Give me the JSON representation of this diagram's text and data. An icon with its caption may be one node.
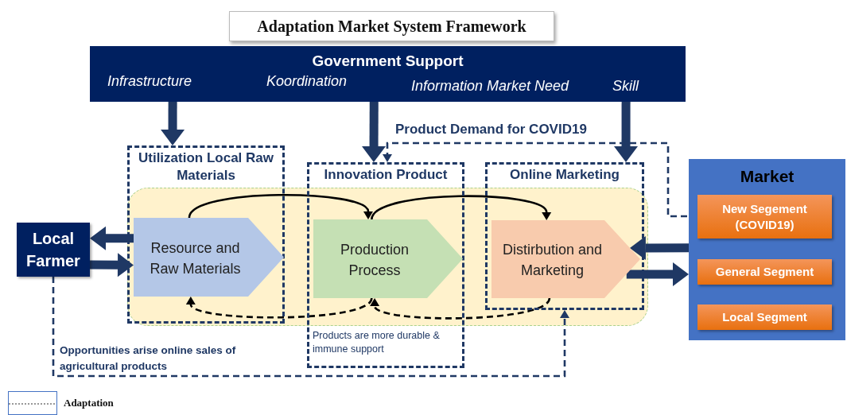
{
  "diagram": {
    "title": "Adaptation Market System Framework",
    "nodes": [
      {
        "text": [
          "Government Support",
          "Infrastructure",
          "Koordination",
          "Information Market Need",
          "Skill"
        ]
      },
      {
        "text": [
          "Utilization Local Raw Materials"
        ]
      },
      {
        "text": [
          "Innovation Product",
          "Products are more durable & immune support"
        ]
      },
      {
        "text": [
          "Online Marketing"
        ]
      },
      {
        "text": [
          "Market"
        ]
      },
      {
        "text": [
          "New Segement (COVID19)"
        ],
        "in": 4
      },
      {
        "text": [
          "General Segment"
        ],
        "in": 4
      },
      {
        "text": [
          "Local Segment"
        ],
        "in": 4
      },
      {
        "text": [
          "Local Farmer"
        ]
      },
      {
        "text": [
          "Resource and Raw Materials"
        ],
        "in": 1
      },
      {
        "text": [
          "Production Process"
        ],
        "in": 2
      },
      {
        "text": [
          "Distirbution and Marketing"
        ],
        "in": 3
      }
    ],
    "edges": [
      {
        "from": 0,
        "to": 1,
        "arrow": "to"
      },
      {
        "from": 0,
        "to": 2,
        "arrow": "to"
      },
      {
        "from": 0,
        "to": 3,
        "arrow": "to"
      },
      {
        "from": 5,
        "to": 2,
        "arrow": "to",
        "style": "dashed",
        "label": "Product Demand for COVID19"
      },
      {
        "from": 9,
        "to": 10,
        "arrow": "to",
        "color": "#000000"
      },
      {
        "from": 10,
        "to": 11,
        "arrow": "to",
        "color": "#000000"
      },
      {
        "from": 10,
        "to": 9,
        "arrow": "to",
        "style": "dashed",
        "color": "#000000"
      },
      {
        "from": 11,
        "to": 10,
        "arrow": "to",
        "style": "dashed",
        "color": "#000000"
      },
      {
        "from": 9,
        "to": 8,
        "arrow": "to"
      },
      {
        "from": 8,
        "to": 9,
        "arrow": "to"
      },
      {
        "from": 4,
        "to": 11,
        "arrow": "to"
      },
      {
        "from": 11,
        "to": 4,
        "arrow": "to"
      },
      {
        "from": 8,
        "to": 3,
        "arrow": "to",
        "style": "dashed",
        "label": "Opportunities arise online sales of agricultural products"
      }
    ],
    "legend": [
      {
        "text": "Adaptation"
      }
    ]
  }
}
